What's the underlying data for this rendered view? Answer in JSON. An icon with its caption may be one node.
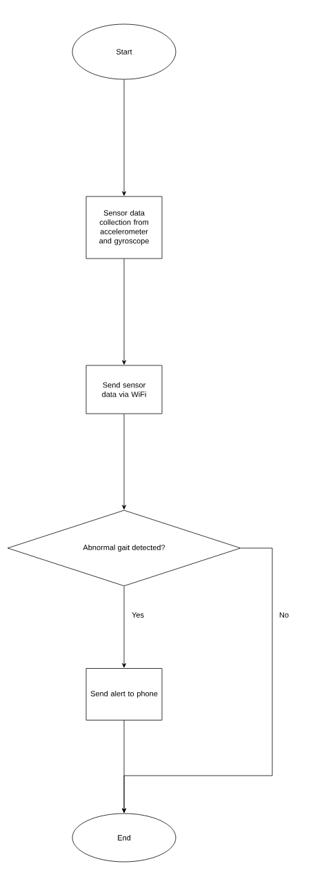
{
  "diagram": {
    "nodes": [
      {
        "text": [
          "Start"
        ]
      },
      {
        "text": [
          "Sensor data collection from accelerometer and gyroscope"
        ]
      },
      {
        "text": [
          "Send sensor data via WiFi"
        ]
      },
      {
        "text": [
          "Abnormal gait detected?"
        ]
      },
      {
        "text": [
          "Send alert to phone"
        ]
      },
      {
        "text": [
          "End"
        ]
      }
    ],
    "edges": [
      {
        "from": 0,
        "to": 1,
        "arrow": "to"
      },
      {
        "from": 1,
        "to": 2,
        "arrow": "to"
      },
      {
        "from": 2,
        "to": 3,
        "arrow": "to"
      },
      {
        "from": 3,
        "to": 4,
        "arrow": "to",
        "label": "Yes"
      },
      {
        "from": 3,
        "to": 5,
        "arrow": "to",
        "label": "No"
      },
      {
        "from": 4,
        "to": 5,
        "arrow": "to"
      }
    ]
  }
}
